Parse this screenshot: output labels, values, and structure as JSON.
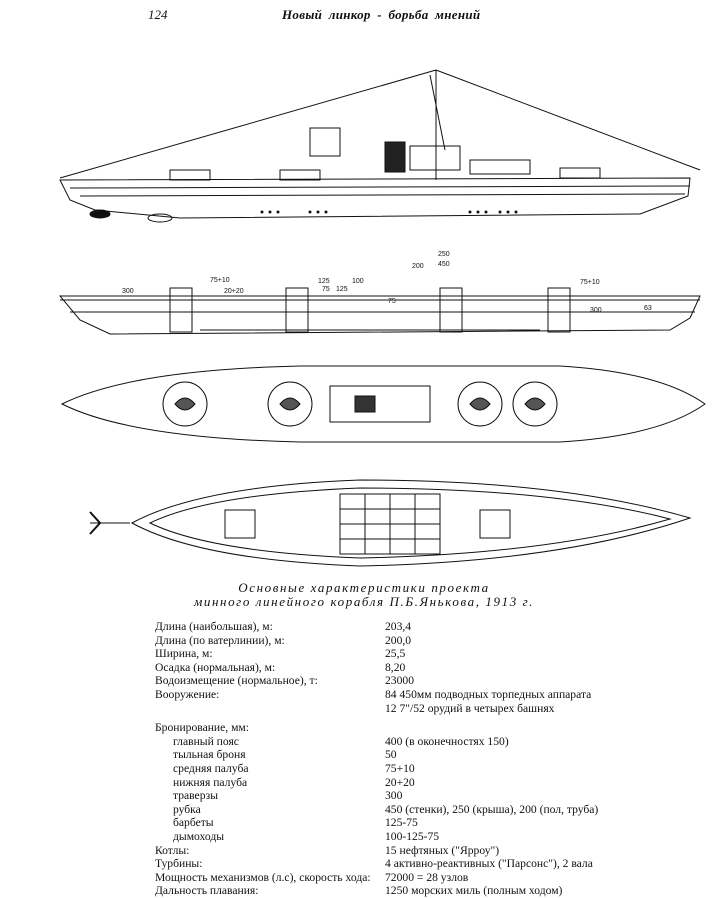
{
  "header": {
    "page_number": "124",
    "title": "Новый линкор - борьба мнений"
  },
  "caption": {
    "line1": "Основные характеристики проекта",
    "line2": "минного линейного корабля П.Б.Янькова, 1913 г."
  },
  "drawing_labels": {
    "t1": "75+10",
    "t2": "20+20",
    "t3": "300",
    "t4": "125",
    "t5": "100",
    "t6": "75",
    "t7": "125",
    "t8": "75",
    "t9": "200",
    "t10": "250",
    "t11": "450",
    "t12": "75+10",
    "t13": "300",
    "t14": "63"
  },
  "specs": {
    "length_overall": {
      "label": "Длина (наибольшая), м:",
      "value": "203,4"
    },
    "length_wl": {
      "label": "Длина (по ватерлинии), м:",
      "value": "200,0"
    },
    "beam": {
      "label": "Ширина, м:",
      "value": "25,5"
    },
    "draught": {
      "label": "Осадка (нормальная), м:",
      "value": "8,20"
    },
    "displacement": {
      "label": "Водоизмещение (нормальное), т:",
      "value": "23000"
    },
    "armament": {
      "label": "Вооружение:",
      "value": "84 450мм подводных торпедных аппарата",
      "value2": "12 7\"/52 орудий в четырех башнях"
    },
    "armour": {
      "label": "Бронирование, мм:"
    },
    "main_belt": {
      "label": "главный пояс",
      "value": "400 (в оконечностях 150)"
    },
    "rear_armour": {
      "label": "тыльная броня",
      "value": "50"
    },
    "middle_deck": {
      "label": "средняя палуба",
      "value": "75+10"
    },
    "lower_deck": {
      "label": "нижняя палуба",
      "value": "20+20"
    },
    "bulkheads": {
      "label": "траверзы",
      "value": "300"
    },
    "conning_tower": {
      "label": "рубка",
      "value": "450 (стенки), 250 (крыша), 200 (пол, труба)"
    },
    "barbettes": {
      "label": "барбеты",
      "value": "125-75"
    },
    "funnels": {
      "label": "дымоходы",
      "value": "100-125-75"
    },
    "boilers": {
      "label": "Котлы:",
      "value": "15 нефтяных (\"Ярроу\")"
    },
    "turbines": {
      "label": "Турбины:",
      "value": "4 активно-реактивных (\"Парсонс\"), 2 вала"
    },
    "power_speed": {
      "label": "Мощность механизмов (л.с), скорость хода:",
      "value": "72000 = 28 узлов"
    },
    "range": {
      "label": "Дальность плавания:",
      "value": "1250 морских миль (полным ходом)"
    }
  }
}
